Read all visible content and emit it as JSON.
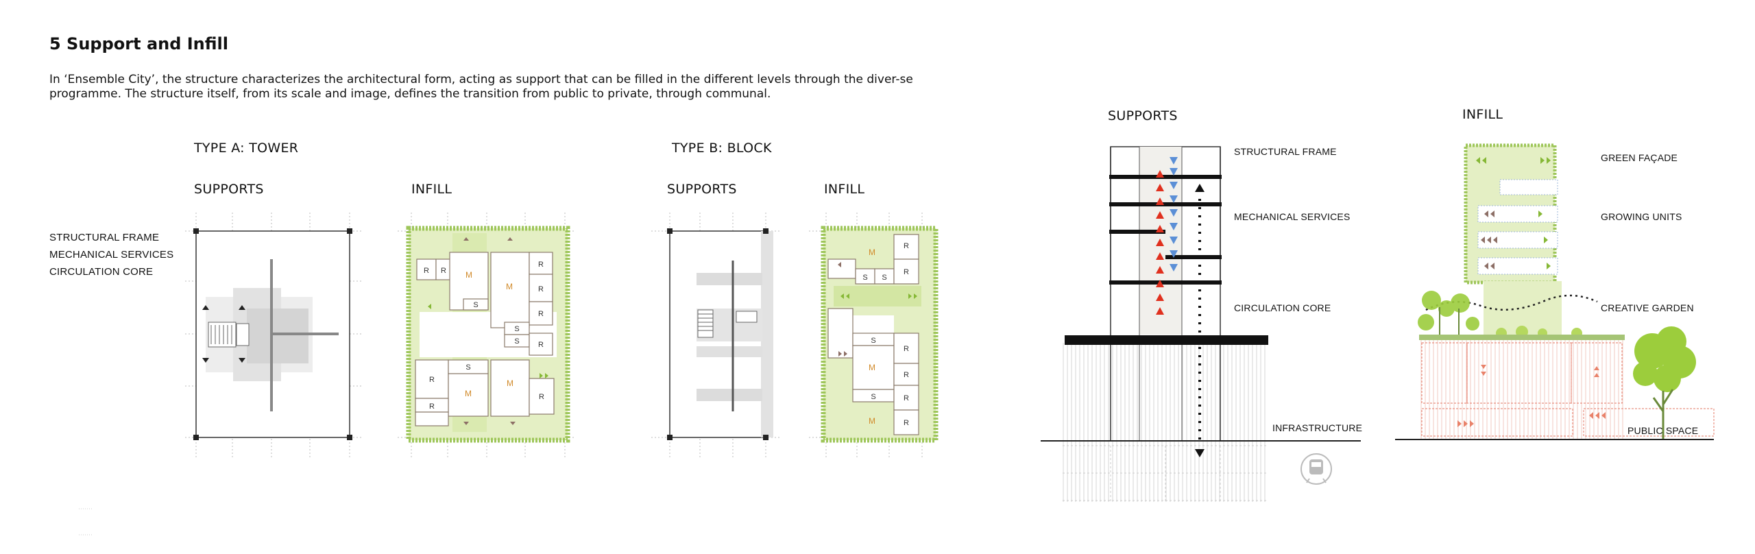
{
  "heading": "5 Support and Infill",
  "intro": "In ‘Ensemble City’, the structure characterizes the architectural form, acting as support that can be filled in the different levels through the diver-se programme. The structure itself, from its scale and image, defines the transition from public to private, through communal.",
  "plans": {
    "type_a": "TYPE A: TOWER",
    "type_b": "TYPE B: BLOCK",
    "supports": "SUPPORTS",
    "infill": "INFILL",
    "legend": [
      "STRUCTURAL FRAME",
      "MECHANICAL SERVICES",
      "CIRCULATION CORE"
    ],
    "room_labels": {
      "m": "M",
      "r": "R",
      "s": "S"
    }
  },
  "section": {
    "supports_title": "SUPPORTS",
    "infill_title": "INFILL",
    "supports_labels": [
      "STRUCTURAL FRAME",
      "MECHANICAL SERVICES",
      "CIRCULATION CORE",
      "INFRASTRUCTURE"
    ],
    "infill_labels": [
      "GREEN FAÇADE",
      "GROWING UNITS",
      "CREATIVE GARDEN",
      "PUBLIC SPACE"
    ]
  },
  "colors": {
    "green_light": "#e4efc4",
    "green_mid": "#c9e08f",
    "green_dark": "#86b836",
    "red_arrow": "#e0301e",
    "blue_arrow": "#5b8fd6",
    "room_border": "#8a7a6a",
    "m_label": "#d18a2a",
    "public_red": "#e89080"
  },
  "icons": [
    "metro-icon"
  ]
}
